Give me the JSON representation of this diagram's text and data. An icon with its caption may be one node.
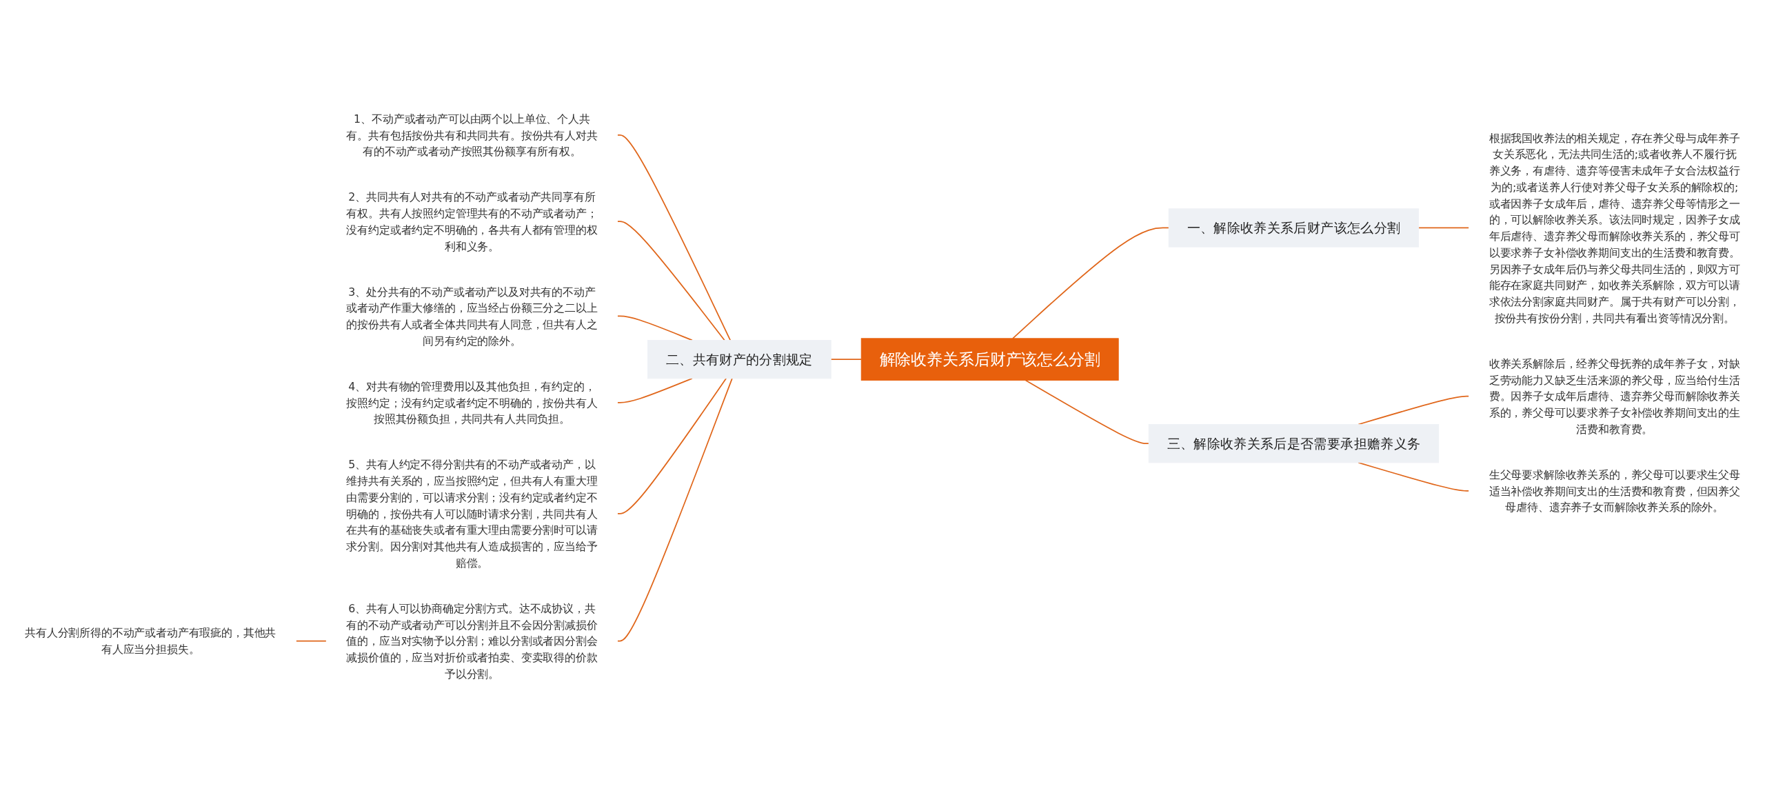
{
  "diagram": {
    "nodes": [
      {
        "text": [
          "解除收养关系后财产该怎么分割"
        ]
      },
      {
        "text": [
          "一、解除收养关系后财产该怎么分割"
        ]
      },
      {
        "text": [
          "根据我国收养法的相关规定，存在养父母与成年养子女关系恶化，无法共同生活的;或者收养人不履行抚养义务，有虐待、遗弃等侵害未成年子女合法权益行为的;或者送养人行使对养父母子女关系的解除权的;或者因养子女成年后，虐待、遗弃养父母等情形之一的，可以解除收养关系。该法同时规定，因养子女成年后虐待、遗弃养父母而解除收养关系的，养父母可以要求养子女补偿收养期间支出的生活费和教育费。另因养子女成年后仍与养父母共同生活的，则双方可能存在家庭共同财产，如收养关系解除，双方可以请求依法分割家庭共同财产。属于共有财产可以分割，按份共有按份分割，共同共有看出资等情况分割。"
        ]
      },
      {
        "text": [
          "三、解除收养关系后是否需要承担赡养义务"
        ]
      },
      {
        "text": [
          "收养关系解除后，经养父母抚养的成年养子女，对缺乏劳动能力又缺乏生活来源的养父母，应当给付生活费。因养子女成年后虐待、遗弃养父母而解除收养关系的，养父母可以要求养子女补偿收养期间支出的生活费和教育费。"
        ]
      },
      {
        "text": [
          "生父母要求解除收养关系的，养父母可以要求生父母适当补偿收养期间支出的生活费和教育费，但因养父母虐待、遗弃养子女而解除收养关系的除外。"
        ]
      },
      {
        "text": [
          "二、共有财产的分割规定"
        ]
      },
      {
        "text": [
          "1、不动产或者动产可以由两个以上单位、个人共有。共有包括按份共有和共同共有。按份共有人对共有的不动产或者动产按照其份额享有所有权。"
        ]
      },
      {
        "text": [
          "2、共同共有人对共有的不动产或者动产共同享有所有权。共有人按照约定管理共有的不动产或者动产；没有约定或者约定不明确的，各共有人都有管理的权利和义务。"
        ]
      },
      {
        "text": [
          "3、处分共有的不动产或者动产以及对共有的不动产或者动产作重大修缮的，应当经占份额三分之二以上的按份共有人或者全体共同共有人同意，但共有人之间另有约定的除外。"
        ]
      },
      {
        "text": [
          "4、对共有物的管理费用以及其他负担，有约定的，按照约定；没有约定或者约定不明确的，按份共有人按照其份额负担，共同共有人共同负担。"
        ]
      },
      {
        "text": [
          "5、共有人约定不得分割共有的不动产或者动产，以维持共有关系的，应当按照约定，但共有人有重大理由需要分割的，可以请求分割；没有约定或者约定不明确的，按份共有人可以随时请求分割，共同共有人在共有的基础丧失或者有重大理由需要分割时可以请求分割。因分割对其他共有人造成损害的，应当给予赔偿。"
        ]
      },
      {
        "text": [
          "6、共有人可以协商确定分割方式。达不成协议，共有的不动产或者动产可以分割并且不会因分割减损价值的，应当对实物予以分割；难以分割或者因分割会减损价值的，应当对折价或者拍卖、变卖取得的价款予以分割。"
        ]
      },
      {
        "text": [
          "共有人分割所得的不动产或者动产有瑕疵的，其他共有人应当分担损失。"
        ]
      }
    ],
    "edges": [
      {
        "from": 0,
        "to": 1,
        "arrow": "none"
      },
      {
        "from": 1,
        "to": 2,
        "arrow": "none"
      },
      {
        "from": 0,
        "to": 3,
        "arrow": "none"
      },
      {
        "from": 3,
        "to": 4,
        "arrow": "none"
      },
      {
        "from": 3,
        "to": 5,
        "arrow": "none"
      },
      {
        "from": 6,
        "to": 0,
        "arrow": "none"
      },
      {
        "from": 7,
        "to": 6,
        "arrow": "none"
      },
      {
        "from": 8,
        "to": 6,
        "arrow": "none"
      },
      {
        "from": 9,
        "to": 6,
        "arrow": "none"
      },
      {
        "from": 10,
        "to": 6,
        "arrow": "none"
      },
      {
        "from": 11,
        "to": 6,
        "arrow": "none"
      },
      {
        "from": 12,
        "to": 6,
        "arrow": "none"
      },
      {
        "from": 13,
        "to": 12,
        "arrow": "none"
      }
    ]
  }
}
